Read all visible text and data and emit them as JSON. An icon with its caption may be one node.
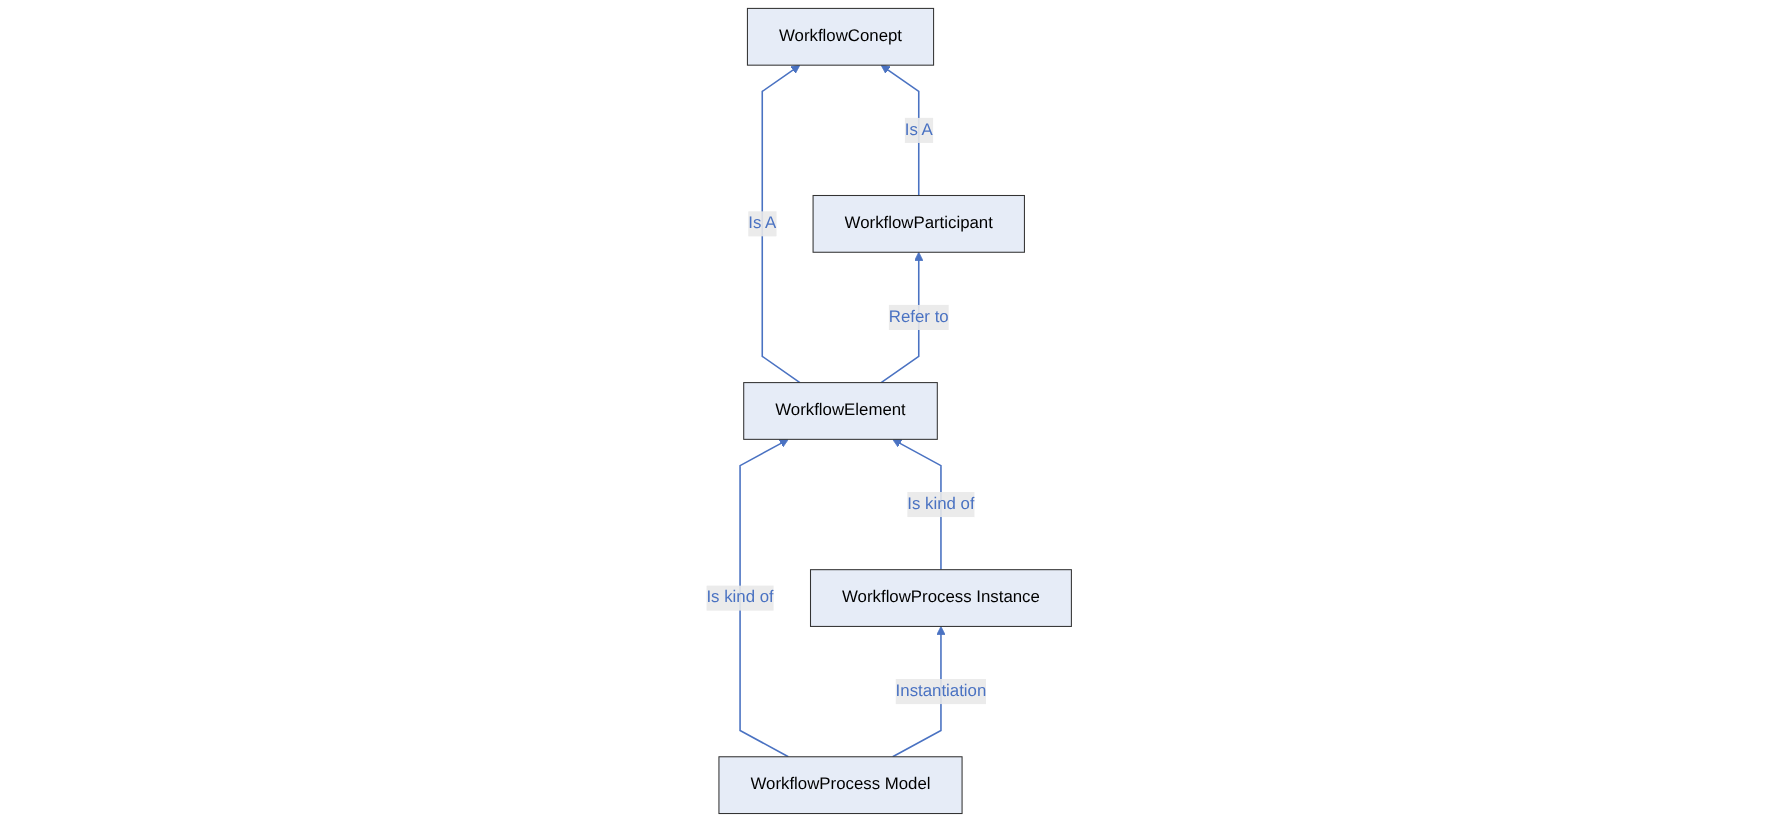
{
  "diagram": {
    "nodes": [
      {
        "text": [
          "WorkflowConept"
        ]
      },
      {
        "text": [
          "WorkflowElement"
        ]
      },
      {
        "text": [
          "WorkflowParticipant"
        ]
      },
      {
        "text": [
          "WorkflowProcess Model"
        ]
      },
      {
        "text": [
          "WorkflowProcess Instance"
        ]
      }
    ],
    "edges": [
      {
        "from": 1,
        "to": 0,
        "arrow": "to",
        "label": "Is A"
      },
      {
        "from": 2,
        "to": 0,
        "arrow": "to",
        "label": "Is A"
      },
      {
        "from": 1,
        "to": 2,
        "arrow": "to",
        "label": "Refer to"
      },
      {
        "from": 3,
        "to": 1,
        "arrow": "to",
        "label": "Is kind of"
      },
      {
        "from": 4,
        "to": 1,
        "arrow": "to",
        "label": "Is kind of"
      },
      {
        "from": 3,
        "to": 4,
        "arrow": "to",
        "label": "Instantiation"
      }
    ]
  }
}
